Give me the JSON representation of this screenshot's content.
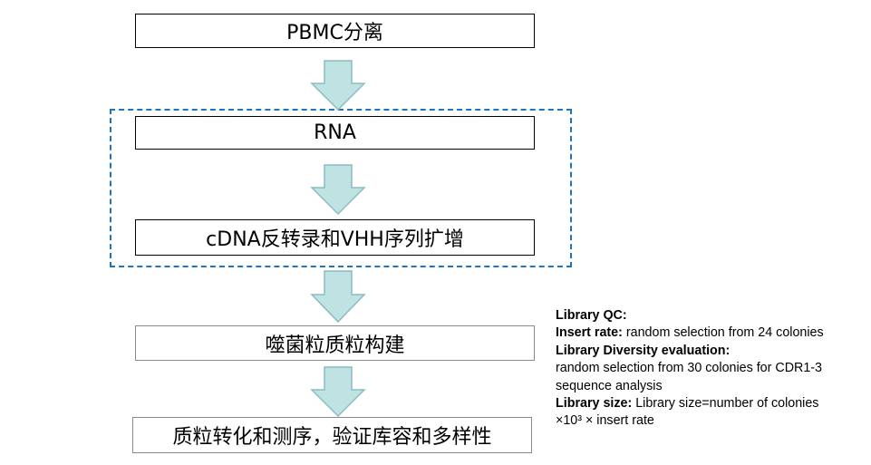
{
  "steps": {
    "pbmc": "PBMC分离",
    "rna": "RNA",
    "cdna": "cDNA反转录和VHH序列扩增",
    "phagemid": "噬菌粒质粒构建",
    "transform": "质粒转化和测序，验证库容和多样性"
  },
  "qc": {
    "title": "Library QC:",
    "insert_rate_label": "Insert rate:",
    "insert_rate_text": " random selection from 24 colonies",
    "diversity_title": "Library Diversity evaluation:",
    "diversity_line1": "random selection from 30 colonies for CDR1-3",
    "diversity_line2": "sequence analysis",
    "size_label": "Library size:",
    "size_text": " Library size=number of colonies",
    "size_formula": "×10³ × insert rate"
  },
  "colors": {
    "arrow_fill": "#bfe2e3",
    "arrow_stroke": "#8cbcc0",
    "dashed_border": "#1d74c0",
    "box_border": "#000000",
    "box_border_light": "#8a8a8a"
  }
}
